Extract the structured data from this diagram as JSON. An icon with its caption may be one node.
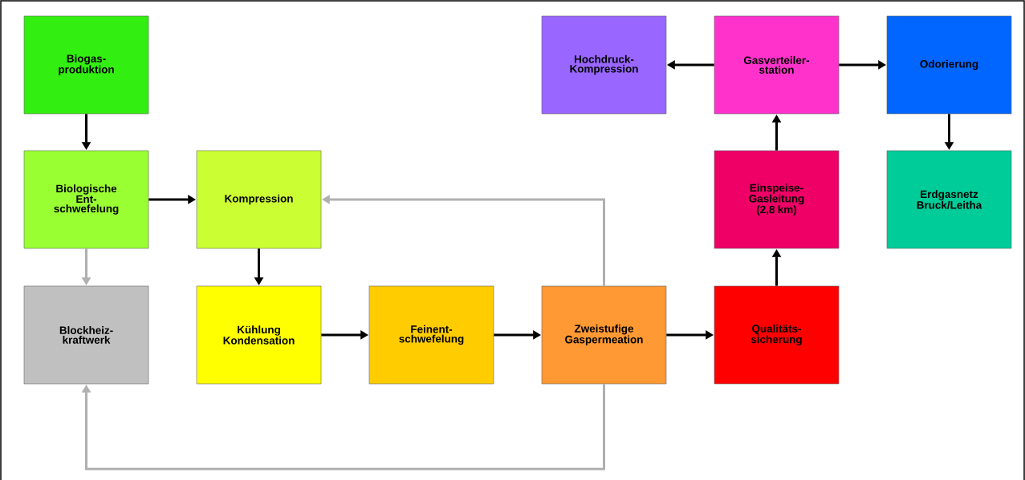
{
  "diagram": {
    "nodes": [
      {
        "text": [
          "Biogas- produktion"
        ]
      },
      {
        "text": [
          "Hochdruck- Kompression"
        ]
      },
      {
        "text": [
          "Gasverteiler- station"
        ]
      },
      {
        "text": [
          "Odorierung"
        ]
      },
      {
        "text": [
          "Biologische Ent- schwefelung"
        ]
      },
      {
        "text": [
          "Kompression"
        ]
      },
      {
        "text": [
          "Einspeise- Gasleitung (2,8 km)"
        ]
      },
      {
        "text": [
          "Erdgasnetz Bruck/Leitha"
        ]
      },
      {
        "text": [
          "Blockheiz- kraftwerk"
        ]
      },
      {
        "text": [
          "Kühlung Kondensation"
        ]
      },
      {
        "text": [
          "Feinent- schwefelung"
        ]
      },
      {
        "text": [
          "Zweistufige Gaspermeation"
        ]
      },
      {
        "text": [
          "Qualitäts- sicherung"
        ]
      }
    ],
    "edges": [
      {
        "from": 0,
        "to": 4,
        "arrow": "to"
      },
      {
        "from": 4,
        "to": 5,
        "arrow": "to"
      },
      {
        "from": 4,
        "to": 8,
        "arrow": "to",
        "color": "#b0b0b0"
      },
      {
        "from": 5,
        "to": 9,
        "arrow": "to"
      },
      {
        "from": 9,
        "to": 10,
        "arrow": "to"
      },
      {
        "from": 10,
        "to": 11,
        "arrow": "to"
      },
      {
        "from": 11,
        "to": 12,
        "arrow": "to"
      },
      {
        "from": 12,
        "to": 6,
        "arrow": "to"
      },
      {
        "from": 6,
        "to": 2,
        "arrow": "to"
      },
      {
        "from": 2,
        "to": 1,
        "arrow": "to"
      },
      {
        "from": 2,
        "to": 3,
        "arrow": "to"
      },
      {
        "from": 3,
        "to": 7,
        "arrow": "to"
      },
      {
        "from": 11,
        "to": 5,
        "arrow": "to",
        "color": "#b0b0b0"
      },
      {
        "from": 11,
        "to": 8,
        "arrow": "to",
        "color": "#b0b0b0"
      }
    ]
  }
}
